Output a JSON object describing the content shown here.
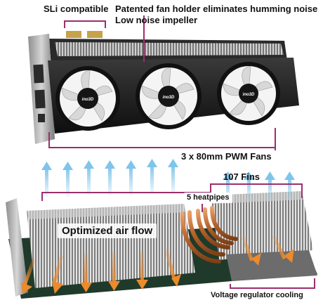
{
  "labels": {
    "sli": "SLi compatible",
    "fan_holder": "Patented fan holder eliminates humming noise",
    "impeller": "Low noise impeller",
    "fans": "3 x 80mm PWM Fans",
    "fins": "107 Fins",
    "heatpipes": "5 heatpipes",
    "airflow": "Optimized air flow",
    "vrm": "Voltage regulator cooling"
  },
  "fan_logo": "ino3D",
  "colors": {
    "callout": "#9b2e6e",
    "air_in": "#7fc4ea",
    "air_out": "#ec8a2c",
    "copper": "#c8773a",
    "fan_blade": "#ffffff",
    "shroud": "#1c1c1c",
    "pcb": "#1f3a2a"
  }
}
